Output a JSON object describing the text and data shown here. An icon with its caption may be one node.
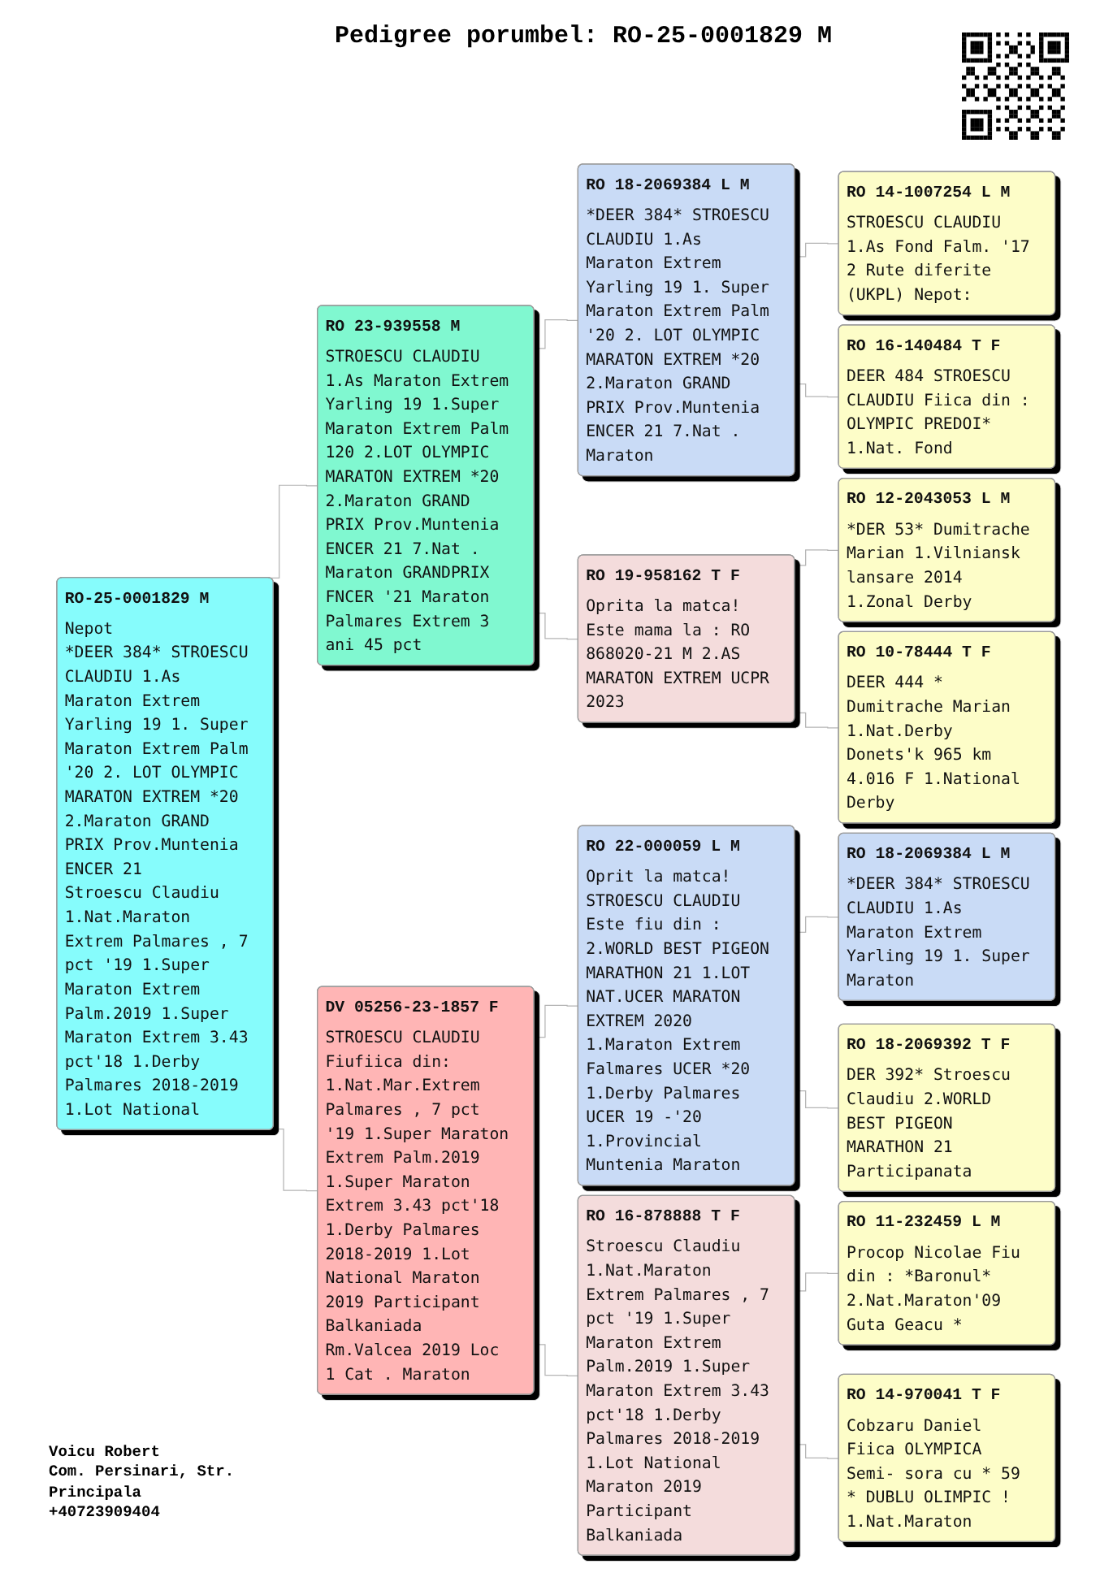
{
  "diagram": {
    "title": "Pedigree porumbel: RO-25-0001829 M",
    "nodes": [
      {
        "text": [
          "RO-25-0001829 M",
          "Nepot",
          "*DEER 384* STROESCU CLAUDIU 1.As Maraton Extrem Yarling 19 1. Super Maraton Extrem Palm '20 2. LOT OLYMPIC MARATON EXTREM *20 2.Maraton GRAND PRIX Prov.Muntenia ENCER 21",
          "Stroescu Claudiu 1.Nat.Maraton Extrem Palmares , 7 pct '19 1.Super Maraton Extrem Palm.2019 1.Super Maraton Extrem 3.43 pct'18 1.Derby Palmares 2018-2019 1.Lot National"
        ]
      },
      {
        "text": [
          "RO 23-939558 M",
          "STROESCU CLAUDIU 1.As Maraton Extrem Yarling 19 1.Super Maraton Extrem Palm 120 2.LOT OLYMPIC MARATON EXTREM *20 2.Maraton GRAND PRIX Prov.Muntenia ENCER 21 7.Nat . Maraton GRANDPRIX FNCER '21 Maraton Palmares Extrem 3 ani 45 pct"
        ]
      },
      {
        "text": [
          "DV 05256-23-1857 F",
          "STROESCU CLAUDIU Fiufiica din: 1.Nat.Mar.Extrem Palmares , 7 pct '19 1.Super Maraton Extrem Palm.2019 1.Super Maraton Extrem 3.43 pct'18 1.Derby Palmares 2018-2019 1.Lot National Maraton 2019 Participant Balkaniada Rm.Valcea 2019 Loc 1 Cat . Maraton"
        ]
      },
      {
        "text": [
          "RO 18-2069384 L M",
          "*DEER 384* STROESCU CLAUDIU 1.As Maraton Extrem Yarling 19 1. Super Maraton Extrem Palm '20 2. LOT OLYMPIC MARATON EXTREM *20 2.Maraton GRAND PRIX Prov.Muntenia ENCER 21 7.Nat . Maraton"
        ]
      },
      {
        "text": [
          "RO 19-958162 T F",
          "Oprita la matca! Este mama la : RO 868020-21 M 2.AS MARATON EXTREM UCPR 2023"
        ]
      },
      {
        "text": [
          "RO 22-000059 L M",
          "Oprit la matca! STROESCU CLAUDIU Este fiu din : 2.WORLD BEST PIGEON MARATHON 21 1.LOT NAT.UCER MARATON EXTREM 2020 1.Maraton Extrem Falmares UCER *20 1.Derby Palmares UCER 19 -'20 1.Provincial Muntenia Maraton"
        ]
      },
      {
        "text": [
          "RO 16-878888 T F",
          "Stroescu Claudiu 1.Nat.Maraton Extrem Palmares , 7 pct '19 1.Super Maraton Extrem Palm.2019 1.Super Maraton Extrem 3.43 pct'18 1.Derby Palmares 2018-2019 1.Lot National Maraton 2019 Participant Balkaniada"
        ]
      },
      {
        "text": [
          "RO 14-1007254 L M",
          "STROESCU CLAUDIU 1.As Fond Falm. '17 2 Rute diferite (UKPL) Nepot:"
        ]
      },
      {
        "text": [
          "RO 16-140484 T F",
          "DEER 484 STROESCU CLAUDIU Fiica din : OLYMPIC PREDOI* 1.Nat. Fond"
        ]
      },
      {
        "text": [
          "RO 12-2043053 L M",
          "*DER 53* Dumitrache Marian 1.Vilniansk lansare 2014 1.Zonal Derby"
        ]
      },
      {
        "text": [
          "RO 10-78444 T F",
          "DEER 444 * Dumitrache Marian 1.Nat.Derby Donets'k 965 km 4.016 F 1.National Derby"
        ]
      },
      {
        "text": [
          "RO 18-2069384 L M",
          "*DEER 384* STROESCU CLAUDIU 1.As Maraton Extrem Yarling 19 1. Super Maraton"
        ]
      },
      {
        "text": [
          "RO 18-2069392 T F",
          "DER 392* Stroescu Claudiu 2.WORLD BEST PIGEON MARATHON 21 Participanata"
        ]
      },
      {
        "text": [
          "RO 11-232459 L M",
          "Procop Nicolae Fiu din : *Baronul* 2.Nat.Maraton'09 Guta Geacu *"
        ]
      },
      {
        "text": [
          "RO 14-970041 T F",
          "Cobzaru Daniel Fiica OLYMPICA Semi- sora cu * 59 * DUBLU OLIMPIC ! 1.Nat.Maraton"
        ]
      }
    ],
    "edges": [
      {
        "from": 0,
        "to": 1,
        "arrow": "none"
      },
      {
        "from": 0,
        "to": 2,
        "arrow": "none"
      },
      {
        "from": 1,
        "to": 3,
        "arrow": "none"
      },
      {
        "from": 1,
        "to": 4,
        "arrow": "none"
      },
      {
        "from": 2,
        "to": 5,
        "arrow": "none"
      },
      {
        "from": 2,
        "to": 6,
        "arrow": "none"
      },
      {
        "from": 3,
        "to": 7,
        "arrow": "none"
      },
      {
        "from": 3,
        "to": 8,
        "arrow": "none"
      },
      {
        "from": 4,
        "to": 9,
        "arrow": "none"
      },
      {
        "from": 4,
        "to": 10,
        "arrow": "none"
      },
      {
        "from": 5,
        "to": 11,
        "arrow": "none"
      },
      {
        "from": 5,
        "to": 12,
        "arrow": "none"
      },
      {
        "from": 6,
        "to": 13,
        "arrow": "none"
      },
      {
        "from": 6,
        "to": 14,
        "arrow": "none"
      }
    ],
    "labels": [
      "Voicu Robert",
      "Com. Persinari, Str. Principala",
      "+40723909404"
    ]
  }
}
